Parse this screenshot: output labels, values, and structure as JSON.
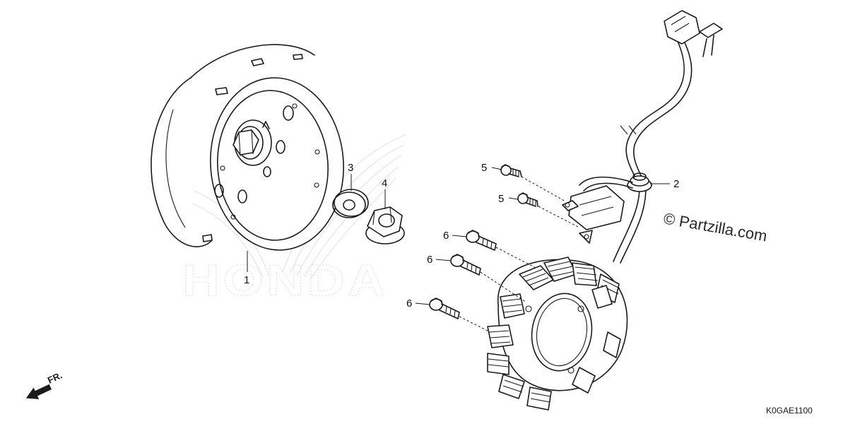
{
  "diagram": {
    "callouts": [
      {
        "id": "1",
        "label": "1",
        "part": "flywheel"
      },
      {
        "id": "2",
        "label": "2",
        "part": "stator"
      },
      {
        "id": "3",
        "label": "3",
        "part": "washer"
      },
      {
        "id": "4",
        "label": "4",
        "part": "nut"
      },
      {
        "id": "5a",
        "label": "5",
        "part": "bolt"
      },
      {
        "id": "5b",
        "label": "5",
        "part": "bolt"
      },
      {
        "id": "6a",
        "label": "6",
        "part": "bolt"
      },
      {
        "id": "6b",
        "label": "6",
        "part": "bolt"
      },
      {
        "id": "6c",
        "label": "6",
        "part": "bolt"
      }
    ],
    "direction_label": "FR.",
    "copyright": "© Partzilla.com",
    "watermark_brand": "HONDA",
    "diagram_code": "K0GAE1100"
  }
}
